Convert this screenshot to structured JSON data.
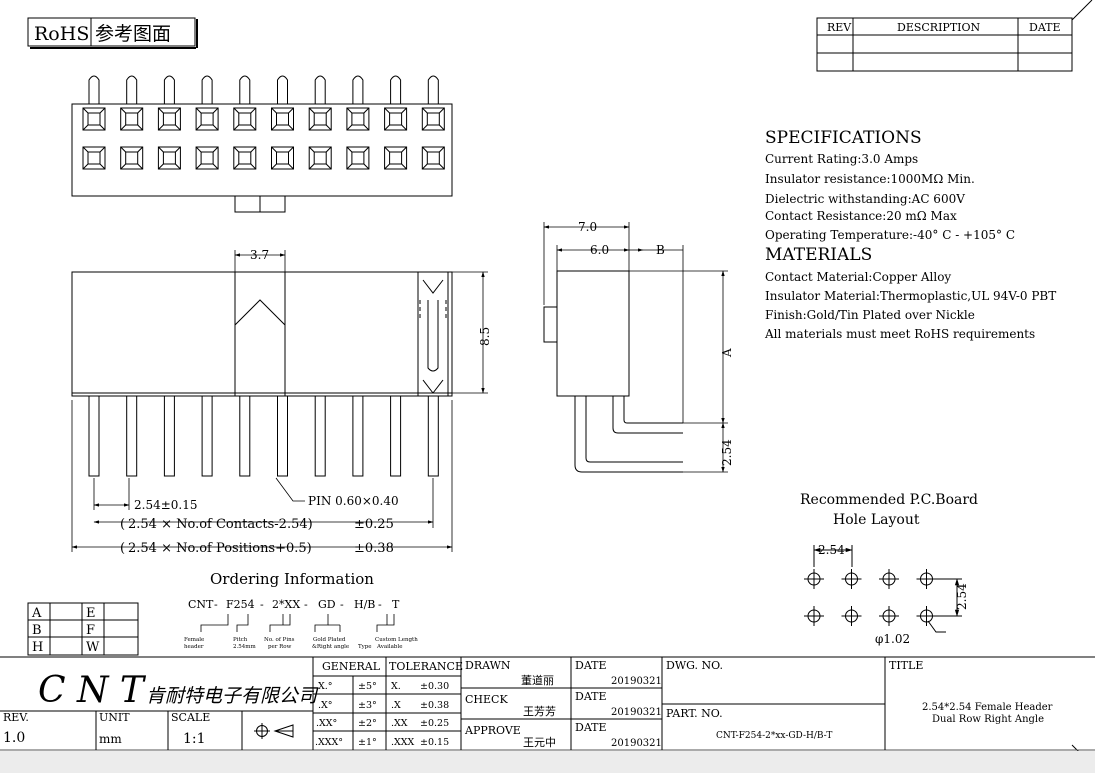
{
  "rohs": {
    "label": "RoHS",
    "ref": "参考图面"
  },
  "revision_table": {
    "headers": [
      "REV",
      "DESCRIPTION",
      "DATE"
    ]
  },
  "specifications": {
    "heading": "SPECIFICATIONS",
    "items": [
      "Current Rating:3.0 Amps",
      "Insulator resistance:1000MΩ Min.",
      "Dielectric withstanding:AC 600V",
      "Contact Resistance:20 mΩ Max",
      "Operating Temperature:-40° C - +105° C"
    ]
  },
  "materials": {
    "heading": "MATERIALS",
    "items": [
      "Contact Material:Copper Alloy",
      "Insulator Material:Thermoplastic,UL 94V-0 PBT",
      "Finish:Gold/Tin Plated over Nickle",
      "All materials must meet RoHS requirements"
    ]
  },
  "dimensions": {
    "d37": "3.7",
    "d85": "8.5",
    "d70": "7.0",
    "d60": "6.0",
    "dB": "B",
    "dA": "A",
    "d254_side": "2.54",
    "pitch": "2.54±0.15",
    "pin": "PIN 0.60×0.40",
    "contacts_pre": "(",
    "contacts_expr": "2.54 × No.of Contacts-2.54)",
    "contacts_tol": "±0.25",
    "positions_pre": "(",
    "positions_expr": "2.54 × No.of Positions+0.5)",
    "positions_tol": "±0.38"
  },
  "pcb": {
    "title1": "Recommended P.C.Board",
    "title2": "Hole Layout",
    "pitch_h": "2.54",
    "pitch_v": "2.54",
    "hole": "φ1.02"
  },
  "ordering": {
    "title": "Ordering Information",
    "code": [
      "CNT",
      "-",
      "F254",
      "-",
      "2*XX",
      "-",
      "GD",
      "-",
      "H/B",
      "-",
      "T"
    ],
    "notes": [
      "Female header",
      "Pitch 2.54mm",
      "No. of Pins per Row",
      "Gold Plated &Right angle",
      "Type",
      "Custom Length Available"
    ]
  },
  "options_table": {
    "left": [
      "A",
      "B",
      "H"
    ],
    "right": [
      "E",
      "F",
      "W"
    ]
  },
  "title_block": {
    "company_latin": "C N T",
    "company_cn": "肯耐特电子有限公司",
    "rev_label": "REV.",
    "rev_value": "1.0",
    "unit_label": "UNIT",
    "unit_value": "mm",
    "scale_label": "SCALE",
    "scale_value": "1:1",
    "general": "GENERAL",
    "tolerance": "TOLERANCE",
    "tol_rows": [
      [
        "X.°",
        "±5°",
        "X.",
        "±0.30"
      ],
      [
        ".X°",
        "±3°",
        ".X",
        "±0.38"
      ],
      [
        ".XX°",
        "±2°",
        ".XX",
        "±0.25"
      ],
      [
        ".XXX°",
        "±1°",
        ".XXX",
        "±0.15"
      ]
    ],
    "drawn_label": "DRAWN",
    "drawn_name": "董道丽",
    "check_label": "CHECK",
    "check_name": "王芳芳",
    "approve_label": "APPROVE",
    "approve_name": "王元中",
    "date_label": "DATE",
    "dates": [
      "20190321",
      "20190321",
      "20190321"
    ],
    "dwg_label": "DWG. NO.",
    "part_label": "PART. NO.",
    "part_value": "CNT-F254-2*xx-GD-H/B-T",
    "title_label": "TITLE",
    "title_line1": "2.54*2.54 Female Header",
    "title_line2": "Dual Row Right Angle"
  }
}
